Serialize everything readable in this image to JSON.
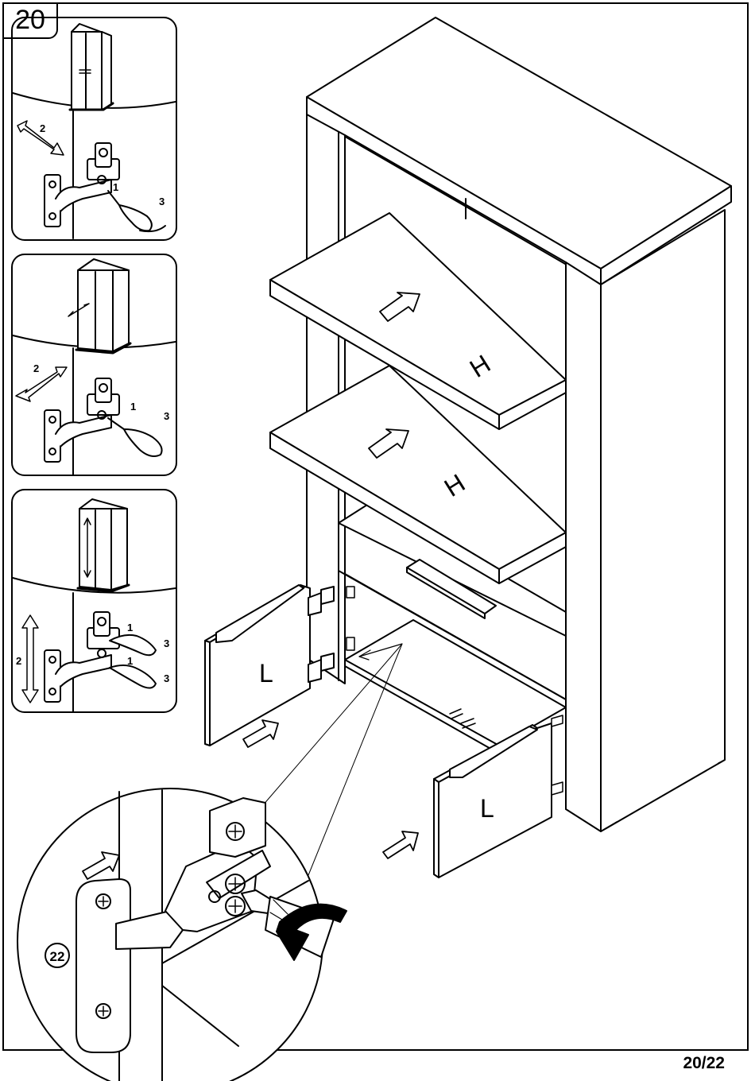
{
  "step_number": "20",
  "page_indicator": "20/22",
  "callout_part_number": "22",
  "panel_steps": {
    "p1": {
      "n1": "1",
      "n2": "2",
      "n3": "3"
    },
    "p2": {
      "n1": "1",
      "n2": "2",
      "n3": "3"
    },
    "p3": {
      "n1a": "1",
      "n1b": "1",
      "n2": "2",
      "n3a": "3",
      "n3b": "3"
    }
  },
  "shelf_labels": [
    "H",
    "H"
  ],
  "door_labels": [
    "L",
    "L"
  ]
}
